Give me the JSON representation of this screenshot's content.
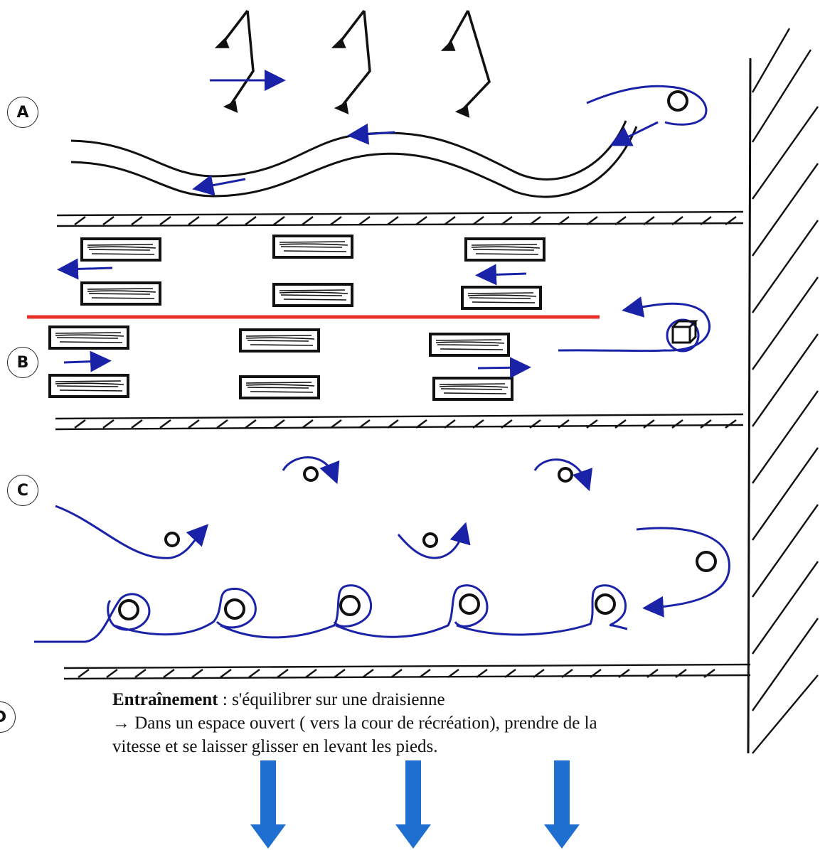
{
  "zones": [
    {
      "label": "A"
    },
    {
      "label": "B"
    },
    {
      "label": "C"
    },
    {
      "label": "D"
    }
  ],
  "instructions": {
    "title": "Entraînement",
    "separator": " : ",
    "subtitle": "s'équilibrer sur une draisienne",
    "line2": "→ Dans un espace ouvert ( vers la cour de récréation), prendre de la",
    "line3": "vitesse et se laisser glisser en levant les pieds."
  },
  "colors": {
    "ink": "#111111",
    "trajectory": "#1a22a8",
    "divider": "#e8302a",
    "exit_arrow": "#1e6fd0"
  },
  "icons": {
    "cone": "circle-cone-icon",
    "brick": "brick-obstacle-icon",
    "cube": "cube-icon",
    "exit": "down-arrow-icon"
  }
}
